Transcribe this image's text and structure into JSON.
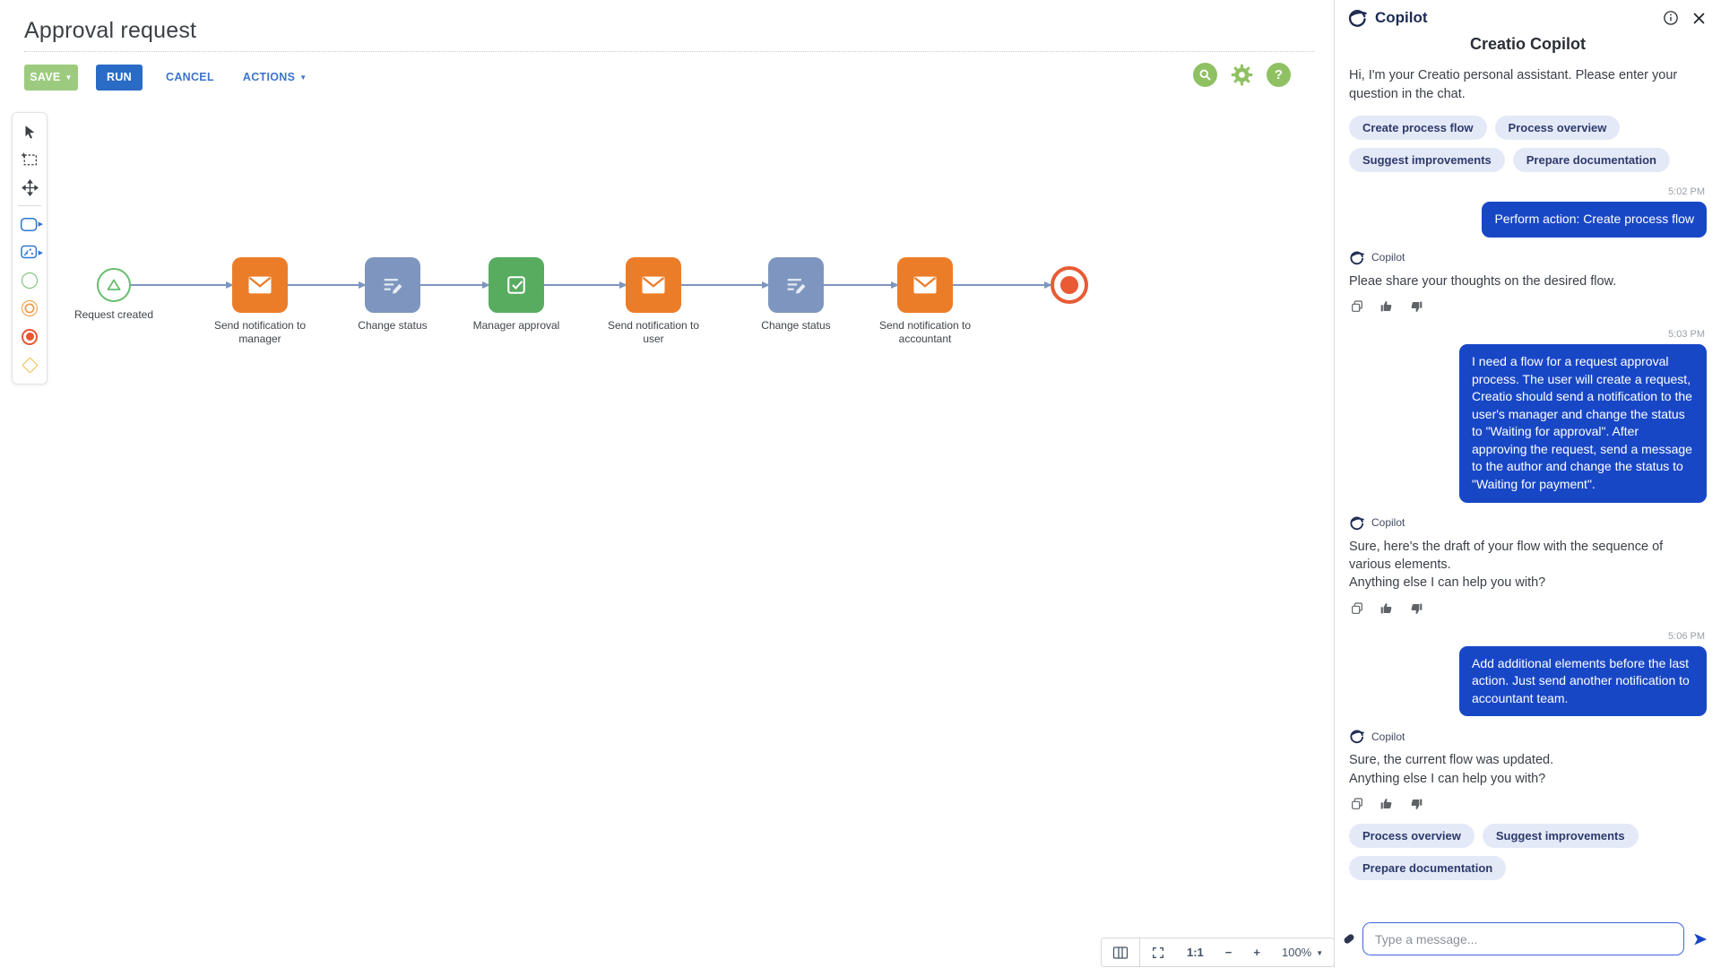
{
  "header": {
    "title": "Approval request",
    "save_label": "SAVE",
    "run_label": "RUN",
    "cancel_label": "CANCEL",
    "actions_label": "ACTIONS",
    "help_glyph": "?"
  },
  "flow": {
    "start_label": "Request created",
    "steps": [
      {
        "label": "Send notification to manager",
        "type": "email"
      },
      {
        "label": "Change status",
        "type": "edit"
      },
      {
        "label": "Manager approval",
        "type": "approval"
      },
      {
        "label": "Send notification to user",
        "type": "email"
      },
      {
        "label": "Change status",
        "type": "edit"
      },
      {
        "label": "Send notification to accountant",
        "type": "email"
      }
    ]
  },
  "zoombar": {
    "ratio": "1:1",
    "zoom_out": "−",
    "zoom_in": "+",
    "zoom_level": "100%"
  },
  "copilot": {
    "panel_title": "Copilot",
    "heading": "Creatio Copilot",
    "intro": "Hi, I'm your Creatio personal assistant. Please enter your question in the chat.",
    "bot_name": "Copilot",
    "intro_chips": [
      "Create process flow",
      "Process overview",
      "Suggest improvements",
      "Prepare documentation"
    ],
    "thread": [
      {
        "time": "5:02 PM"
      },
      {
        "role": "user",
        "text": "Perform action: Create process flow"
      },
      {
        "role": "bot",
        "text": "Pleae share your thoughts on the desired flow."
      },
      {
        "time": "5:03 PM"
      },
      {
        "role": "user",
        "text": "I need a flow for a request approval process. The user will create a request, Creatio should send a notification to the user's manager and change the status to \"Waiting for approval\". After approving the request, send a message to the author and change the status to \"Waiting for payment\"."
      },
      {
        "role": "bot",
        "text": "Sure, here's the draft  of your flow with the sequence of various elements.\nAnything else I can help you with?"
      },
      {
        "time": "5:06 PM"
      },
      {
        "role": "user",
        "text": "Add additional elements before the last action. Just send another notification to accountant team."
      },
      {
        "role": "bot",
        "text": "Sure, the current flow was updated.\nAnything else I can help you with?"
      }
    ],
    "footer_chips": [
      "Process overview",
      "Suggest improvements",
      "Prepare documentation"
    ],
    "input_placeholder": "Type a message..."
  },
  "colors": {
    "user_bubble_blue": "#1847C6",
    "chip_bg": "#E4E9F8",
    "run_blue": "#2A6CC5",
    "save_green": "#9CCB80",
    "node_orange": "#EC7D28",
    "node_green": "#57AC60",
    "node_slate": "#7E96BF",
    "start_green": "#66BE6B",
    "end_red": "#E85B35",
    "toolbar_icon_green": "#8FC163"
  }
}
